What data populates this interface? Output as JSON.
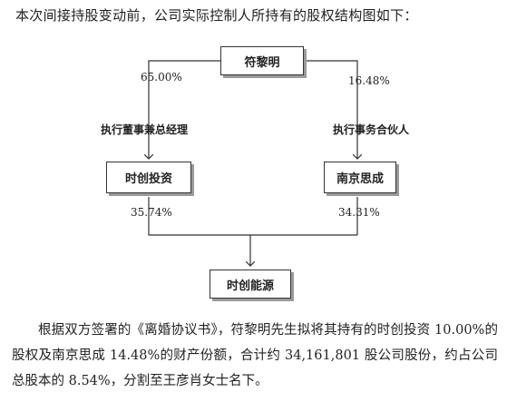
{
  "intro": "本次间接持股变动前，公司实际控制人所持有的股权结构图如下：",
  "diagram": {
    "top_node": "符黎明",
    "left_pct_top": "65.00%",
    "right_pct_top": "16.48%",
    "left_role": "执行董事兼总经理",
    "right_role": "执行事务合伙人",
    "left_node": "时创投资",
    "right_node": "南京思成",
    "left_pct_bottom": "35.74%",
    "right_pct_bottom": "34.31%",
    "bottom_node": "时创能源"
  },
  "paragraph": "根据双方签署的《离婚协议书》，符黎明先生拟将其持有的时创投资 10.00%的股权及南京思成 14.48%的财产份额，合计约 34,161,801 股公司股份，约占公司总股本的 8.54%，分割至王彦肖女士名下。",
  "watermark": "",
  "colors": {
    "line": "#333333",
    "shadow": "#9a9a9a",
    "text": "#222222"
  }
}
